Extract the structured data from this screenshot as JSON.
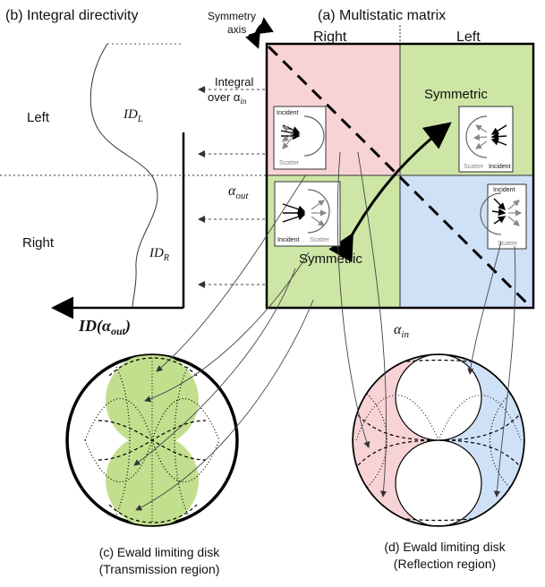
{
  "colors": {
    "pink": "#f8d3d5",
    "green": "#cde6a5",
    "blue": "#cfe1f6",
    "green_disk": "#c2df8d"
  },
  "panel_b": {
    "title": "(b) Integral directivity",
    "left_label": "Left",
    "right_label": "Right",
    "id_left": "ID",
    "id_left_sub": "L",
    "id_right": "ID",
    "id_right_sub": "R",
    "axis_label": "ID(α",
    "axis_label_sub": "out",
    "axis_label_end": ")"
  },
  "panel_a": {
    "title": "(a) Multistatic matrix",
    "col_right": "Right",
    "col_left": "Left",
    "symmetry_axis_line1": "Symmetry",
    "symmetry_axis_line2": "axis",
    "integral_line1": "Integral",
    "integral_line2": "over α",
    "integral_sub": "in",
    "alpha_out": "α",
    "alpha_out_sub": "out",
    "alpha_in": "α",
    "alpha_in_sub": "in",
    "symmetric_top": "Symmetric",
    "symmetric_bottom": "Symmetric",
    "inset_incident": "Incident",
    "inset_scatter": "Scatter"
  },
  "panel_c": {
    "caption_line1": "(c) Ewald limiting disk",
    "caption_line2": "(Transmission region)"
  },
  "panel_d": {
    "caption_line1": "(d) Ewald limiting disk",
    "caption_line2": "(Reflection region)"
  }
}
